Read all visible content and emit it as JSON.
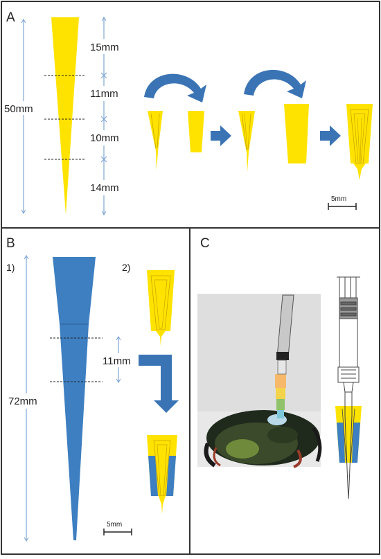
{
  "panel_a": {
    "label": "A",
    "total_length": "50mm",
    "segments": [
      "15mm",
      "11mm",
      "10mm",
      "14mm"
    ],
    "scale_bar": "5mm"
  },
  "panel_b": {
    "label": "B",
    "step1_label": "1)",
    "step2_label": "2)",
    "total_length": "72mm",
    "section_length": "11mm",
    "scale_bar": "5mm"
  },
  "panel_c": {
    "label": "C"
  },
  "colors": {
    "yellow_tip": "#ffe300",
    "blue_tip": "#3d7fc1",
    "arrow_blue": "#3a74b5",
    "dimension_line": "#7fa6d6",
    "frame": "#333333"
  }
}
